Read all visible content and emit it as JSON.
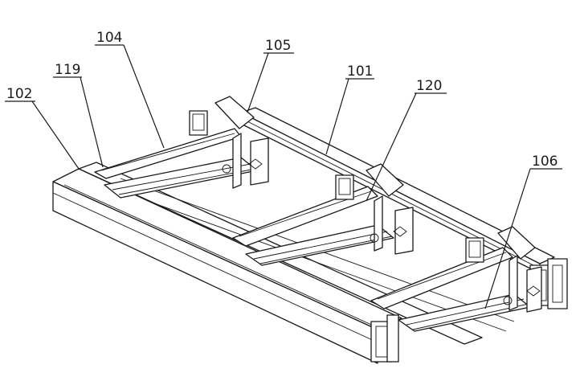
{
  "labels": {
    "l104": "104",
    "l105": "105",
    "l101": "101",
    "l119": "119",
    "l102": "102",
    "l120": "120",
    "l106": "106"
  }
}
